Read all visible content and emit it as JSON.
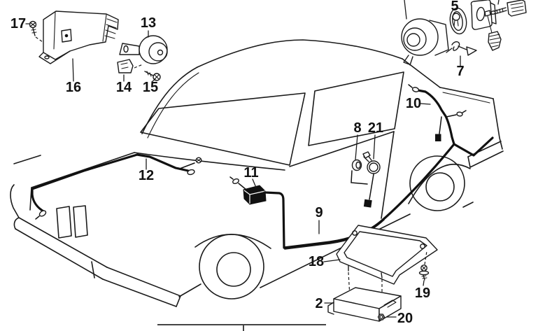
{
  "diagram": {
    "kind": "exploded-parts-diagram",
    "background_color": "#ffffff",
    "line_color": "#1a1a1a"
  },
  "part_labels": {
    "p2": "2",
    "p5": "5",
    "p7": "7",
    "p8": "8",
    "p9": "9",
    "p10": "10",
    "p11": "11",
    "p12": "12",
    "p13": "13",
    "p14": "14",
    "p15": "15",
    "p16": "16",
    "p17": "17",
    "p18": "18",
    "p19": "19",
    "p20": "20",
    "p21": "21"
  }
}
